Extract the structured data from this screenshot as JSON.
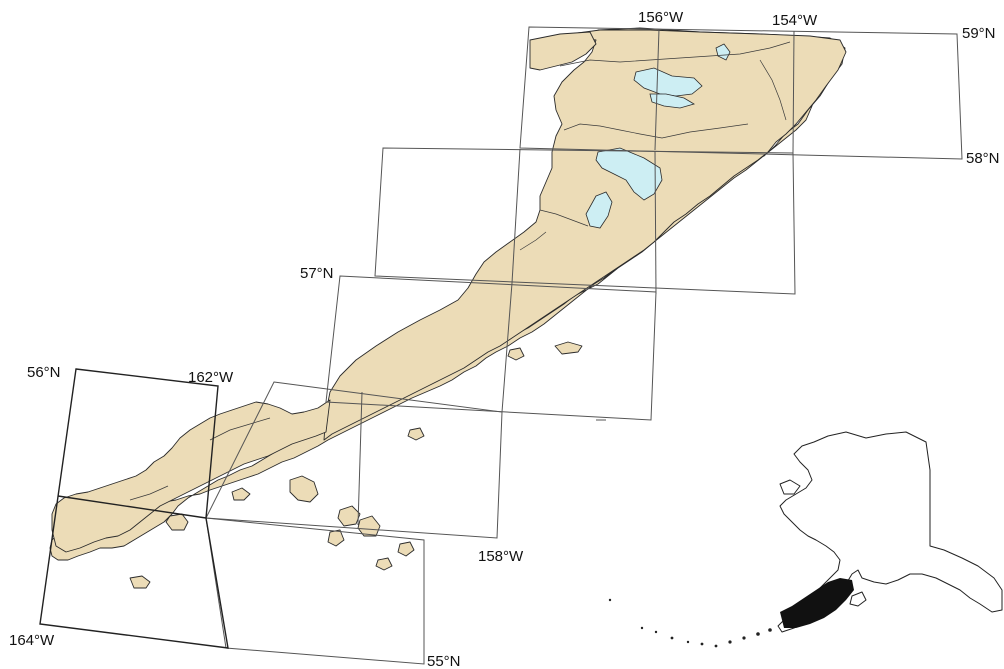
{
  "map": {
    "colors": {
      "land": "#ecdcb7",
      "water_lake": "#cdeef3",
      "background": "#ffffff",
      "highlight": "#111111"
    },
    "graticule_labels": {
      "lon_156": "156°W",
      "lon_154": "154°W",
      "lat_59": "59°N",
      "lat_58": "58°N",
      "lat_57": "57°N",
      "lat_56": "56°N",
      "lon_162": "162°W",
      "lon_158": "158°W",
      "lon_164": "164°W",
      "lat_55": "55°N"
    },
    "inset": {
      "region": "alaska-locator",
      "highlight": "study-area"
    }
  }
}
